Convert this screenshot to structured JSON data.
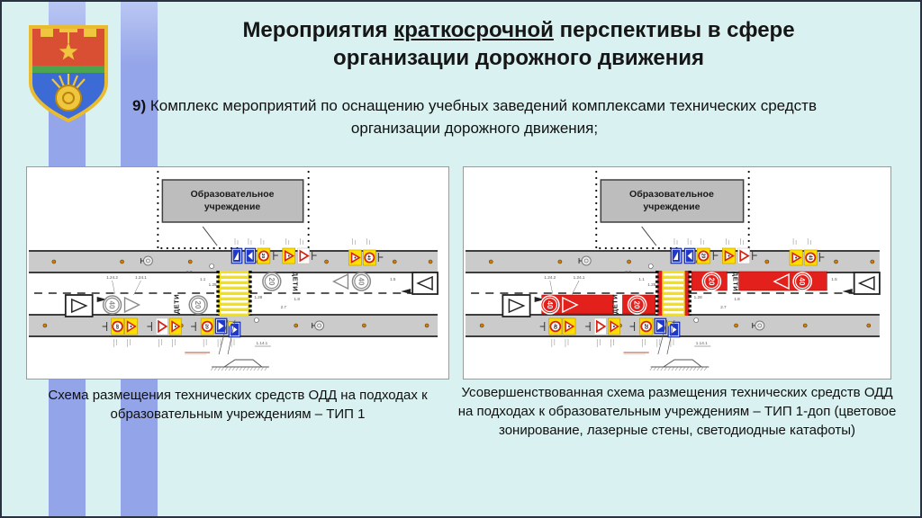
{
  "slide": {
    "background": "#d9f1f0",
    "border_color": "#2a3140",
    "stripe_color": "#95a5e9",
    "title": {
      "pre": "Мероприятия ",
      "underlined": "краткосрочной",
      "post": " перспективы в сфере",
      "line2": "организации дорожного движения"
    },
    "body": {
      "num": "9)",
      "line1": " Комплекс мероприятий по оснащению учебных заведений комплексами технических средств",
      "line2": "организации дорожного движения;"
    }
  },
  "diagrams": {
    "left": {
      "building_line1": "Образовательное",
      "building_line2": "учреждение",
      "zone_text": "ДЕТИ",
      "limit_near": "20",
      "limit_far": "40",
      "marking_codes": [
        "1.24.2",
        "1.24.1",
        "2.7",
        "1.1",
        "1.25",
        "1.28",
        "1.8",
        "2.7",
        "1.5",
        "1.14.1"
      ],
      "red_zones": false,
      "caption": "Схема размещения технических средств ОДД на подходах к образовательным учреждениям – ТИП 1"
    },
    "right": {
      "building_line1": "Образовательное",
      "building_line2": "учреждение",
      "zone_text": "ДЕТИ",
      "limit_near": "20",
      "limit_far": "40",
      "marking_codes": [
        "1.24.2",
        "1.24.1",
        "2.7",
        "1.1",
        "1.25",
        "1.28",
        "1.8",
        "2.7",
        "1.5",
        "1.14.1"
      ],
      "red_zones": true,
      "caption": "Усовершенствованная схема размещения технических средств ОДД на подходах к образовательным учреждениям – ТИП 1-доп (цветовое зонирование, лазерные стены, светодиодные катафоты)"
    }
  },
  "colors": {
    "sign_yellow": "#ffdf00",
    "sign_red": "#d42313",
    "sign_blue": "#2038c8",
    "zone_red": "#e3201b",
    "road_gray": "#cbcbcb",
    "crossing_yellow": "#f2df1e",
    "lamp_orange": "#d07d08"
  }
}
